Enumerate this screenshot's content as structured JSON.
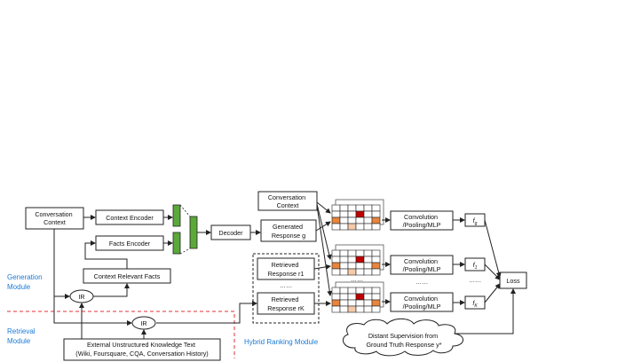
{
  "modules": {
    "generation": "Generation\nModule",
    "retrieval": "Retrieval\nModule",
    "hybrid_ranking": "Hybrid Ranking Module"
  },
  "nodes": {
    "conversation_context_left": "Conversation\nContext",
    "context_encoder": "Context Encoder",
    "facts_encoder": "Facts Encoder",
    "context_relevant_facts": "Context Relevant Facts",
    "ir_top": "IR",
    "ir_bottom": "IR",
    "external_knowledge": "External Unstructured Knowledge Text\n(Wiki, Foursquare, CQA, Conversation History)",
    "decoder": "Decoder",
    "conversation_context_right": "Conversation\nContext",
    "generated_response": "Generated\nResponse g",
    "retrieved_response_1": "Retrieved\nResponse r1",
    "dots_middle": "……",
    "retrieved_response_k": "Retrieved\nResponse rK",
    "conv_pool_mlp_1": "Convolution\n/Pooling/MLP",
    "conv_pool_mlp_2": "Convolution\n/Pooling/MLP",
    "conv_pool_mlp_3": "Convolution\n/Pooling/MLP",
    "f_g": "fg",
    "f_1": "f1",
    "f_k": "fK",
    "dots_grid": "……",
    "dots_conv": "……",
    "dots_f": "……",
    "loss": "Loss",
    "distant_supervision": "Distant Supervision from\nGround Truth Response y*"
  },
  "colors": {
    "module_label": "#1b7bd6",
    "separator": "#e0303a",
    "encoder_bar": "#5aa93a",
    "cell_dark": "#c00000",
    "cell_orange": "#e8843c",
    "cell_light": "#f6c9a8"
  }
}
